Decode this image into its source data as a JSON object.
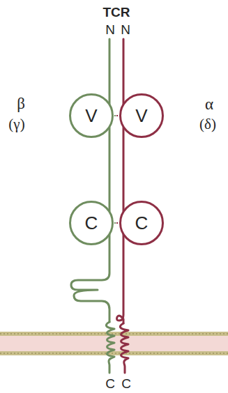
{
  "diagram": {
    "nodes": [
      {
        "text": [
          "V"
        ]
      },
      {
        "text": [
          "V"
        ]
      },
      {
        "text": [
          "C"
        ]
      },
      {
        "text": [
          "C"
        ]
      }
    ],
    "edges": [
      {
        "from": 0,
        "to": 2,
        "arrow": "none"
      },
      {
        "from": 1,
        "to": 3,
        "arrow": "none"
      },
      {
        "from": 0,
        "to": 1,
        "arrow": "none"
      },
      {
        "from": 2,
        "to": 3,
        "arrow": "none"
      }
    ],
    "labels": [
      "TCR",
      "N",
      "N",
      "β",
      "(γ)",
      "α",
      "(δ)",
      "C",
      "C"
    ]
  }
}
